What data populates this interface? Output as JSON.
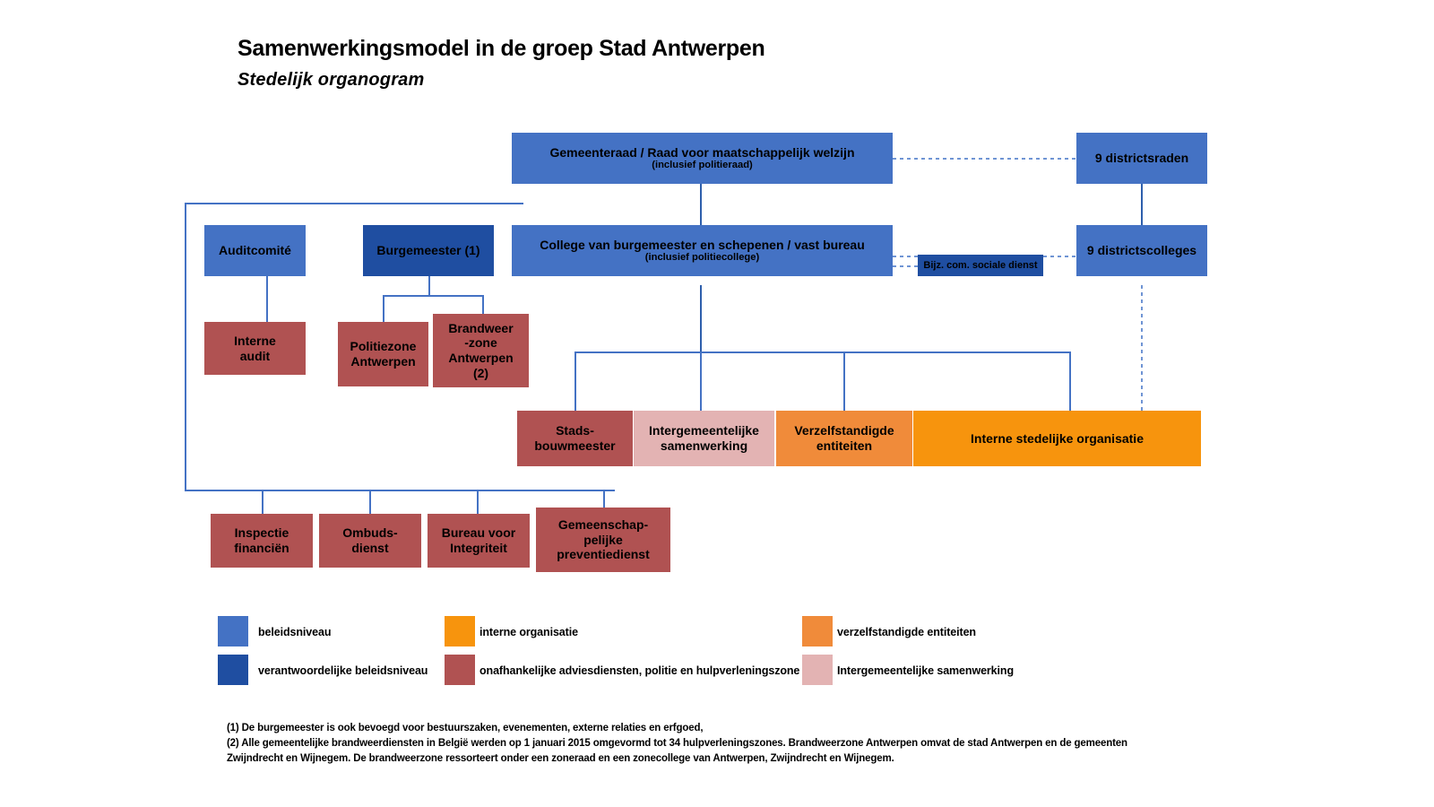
{
  "header": {
    "title": "Samenwerkingsmodel in de groep Stad Antwerpen",
    "subtitle": "Stedelijk organogram"
  },
  "nodes": {
    "gemeenteraad": {
      "label": "Gemeenteraad / Raad  voor maatschappelijk  welzijn",
      "sub": "(inclusief politieraad)",
      "color": "#4472C4",
      "category": "beleidsniveau"
    },
    "districtsraden": {
      "label": "9 districtsraden",
      "color": "#4472C4",
      "category": "beleidsniveau"
    },
    "auditcomite": {
      "label": "Auditcomité",
      "color": "#4472C4",
      "category": "beleidsniveau"
    },
    "burgemeester": {
      "label": "Burgemeester (1)",
      "color": "#1F4EA1",
      "category": "verantwoordelijke beleidsniveau"
    },
    "college": {
      "label": "College van burgemeester en schepenen / vast bureau",
      "sub": "(inclusief politiecollege)",
      "color": "#4472C4",
      "category": "beleidsniveau"
    },
    "bijzonder_comite": {
      "label": "Bijz. com. sociale dienst",
      "color": "#1F4EA1",
      "category": "verantwoordelijke beleidsniveau"
    },
    "districtscolleges": {
      "label": "9 districtscolleges",
      "color": "#4472C4",
      "category": "beleidsniveau"
    },
    "interne_audit": {
      "label": "Interne audit",
      "color": "#B05252",
      "category": "onafhankelijke adviesdiensten"
    },
    "politiezone": {
      "label": "Politiezone Antwerpen",
      "color": "#B05252",
      "category": "politie en hulpverleningszone"
    },
    "brandweerzone": {
      "label": "Brandweer -zone Antwerpen (2)",
      "color": "#B05252",
      "category": "politie en hulpverleningszone"
    },
    "stadsbouwmeester": {
      "label": "Stads- bouwmeester",
      "color": "#B05252",
      "category": "onafhankelijke adviesdiensten"
    },
    "intergemeentelijke": {
      "label": "Intergemeentelijke samenwerking",
      "color": "#E3B3B3",
      "category": "Intergemeentelijke samenwerking"
    },
    "verzelfstandigde": {
      "label": "Verzelfstandigde entiteiten",
      "color": "#F08B3A",
      "category": "verzelfstandigde entiteiten"
    },
    "interne_stedelijke": {
      "label": "Interne stedelijke organisatie",
      "color": "#F7940D",
      "category": "interne organisatie"
    },
    "inspectie_financien": {
      "label": "Inspectie financiën",
      "color": "#B05252",
      "category": "onafhankelijke adviesdiensten"
    },
    "ombudsdienst": {
      "label": "Ombuds- dienst",
      "color": "#B05252",
      "category": "onafhankelijke adviesdiensten"
    },
    "bureau_integriteit": {
      "label": "Bureau voor Integriteit",
      "color": "#B05252",
      "category": "onafhankelijke adviesdiensten"
    },
    "preventiedienst": {
      "label": "Gemeenschap- pelijke preventiedienst",
      "color": "#B05252",
      "category": "onafhankelijke adviesdiensten"
    }
  },
  "node_lines": {
    "gemeenteraad_l1": "Gemeenteraad / Raad  voor maatschappelijk  welzijn",
    "gemeenteraad_l2": "(inclusief politieraad)",
    "college_l1": "College van burgemeester en schepenen / vast bureau",
    "college_l2": "(inclusief politiecollege)",
    "brandweer_l1": "Brandweer",
    "brandweer_l2": "-zone",
    "brandweer_l3": "Antwerpen",
    "brandweer_l4": "(2)",
    "politiezone_l1": "Politiezone",
    "politiezone_l2": "Antwerpen",
    "interne_audit_l1": "Interne",
    "interne_audit_l2": "audit",
    "stadsbouwmeester_l1": "Stads-",
    "stadsbouwmeester_l2": "bouwmeester",
    "intergemeentelijke_l1": "Intergemeentelijke",
    "intergemeentelijke_l2": "samenwerking",
    "verzelfstandigde_l1": "Verzelfstandigde",
    "verzelfstandigde_l2": "entiteiten",
    "inspectie_l1": "Inspectie",
    "inspectie_l2": "financiën",
    "ombuds_l1": "Ombuds-",
    "ombuds_l2": "dienst",
    "bureau_l1": "Bureau voor",
    "bureau_l2": "Integriteit",
    "preventie_l1": "Gemeenschap-",
    "preventie_l2": "pelijke",
    "preventie_l3": "preventiedienst"
  },
  "legend": {
    "items": [
      {
        "label": "beleidsniveau",
        "color": "#4472C4"
      },
      {
        "label": "interne organisatie",
        "color": "#F7940D"
      },
      {
        "label": "verzelfstandigde entiteiten",
        "color": "#F08B3A"
      },
      {
        "label": "verantwoordelijke beleidsniveau",
        "color": "#1F4EA1"
      },
      {
        "label": "onafhankelijke adviesdiensten, politie en hulpverleningszone",
        "color": "#B05252"
      },
      {
        "label": "Intergemeentelijke samenwerking",
        "color": "#E3B3B3"
      }
    ]
  },
  "footnotes": {
    "line1": "(1) De burgemeester is ook bevoegd voor bestuurszaken, evenementen, externe relaties en erfgoed,",
    "line2": "(2) Alle  gemeentelijke brandweerdiensten in België werden op 1 januari 2015 omgevormd tot 34 hulpverleningszones. Brandweerzone Antwerpen omvat de stad Antwerpen en de gemeenten",
    "line3": "Zwijndrecht en Wijnegem. De brandweerzone ressorteert onder een zoneraad en een zonecollege van Antwerpen, Zwijndrecht en Wijnegem."
  }
}
